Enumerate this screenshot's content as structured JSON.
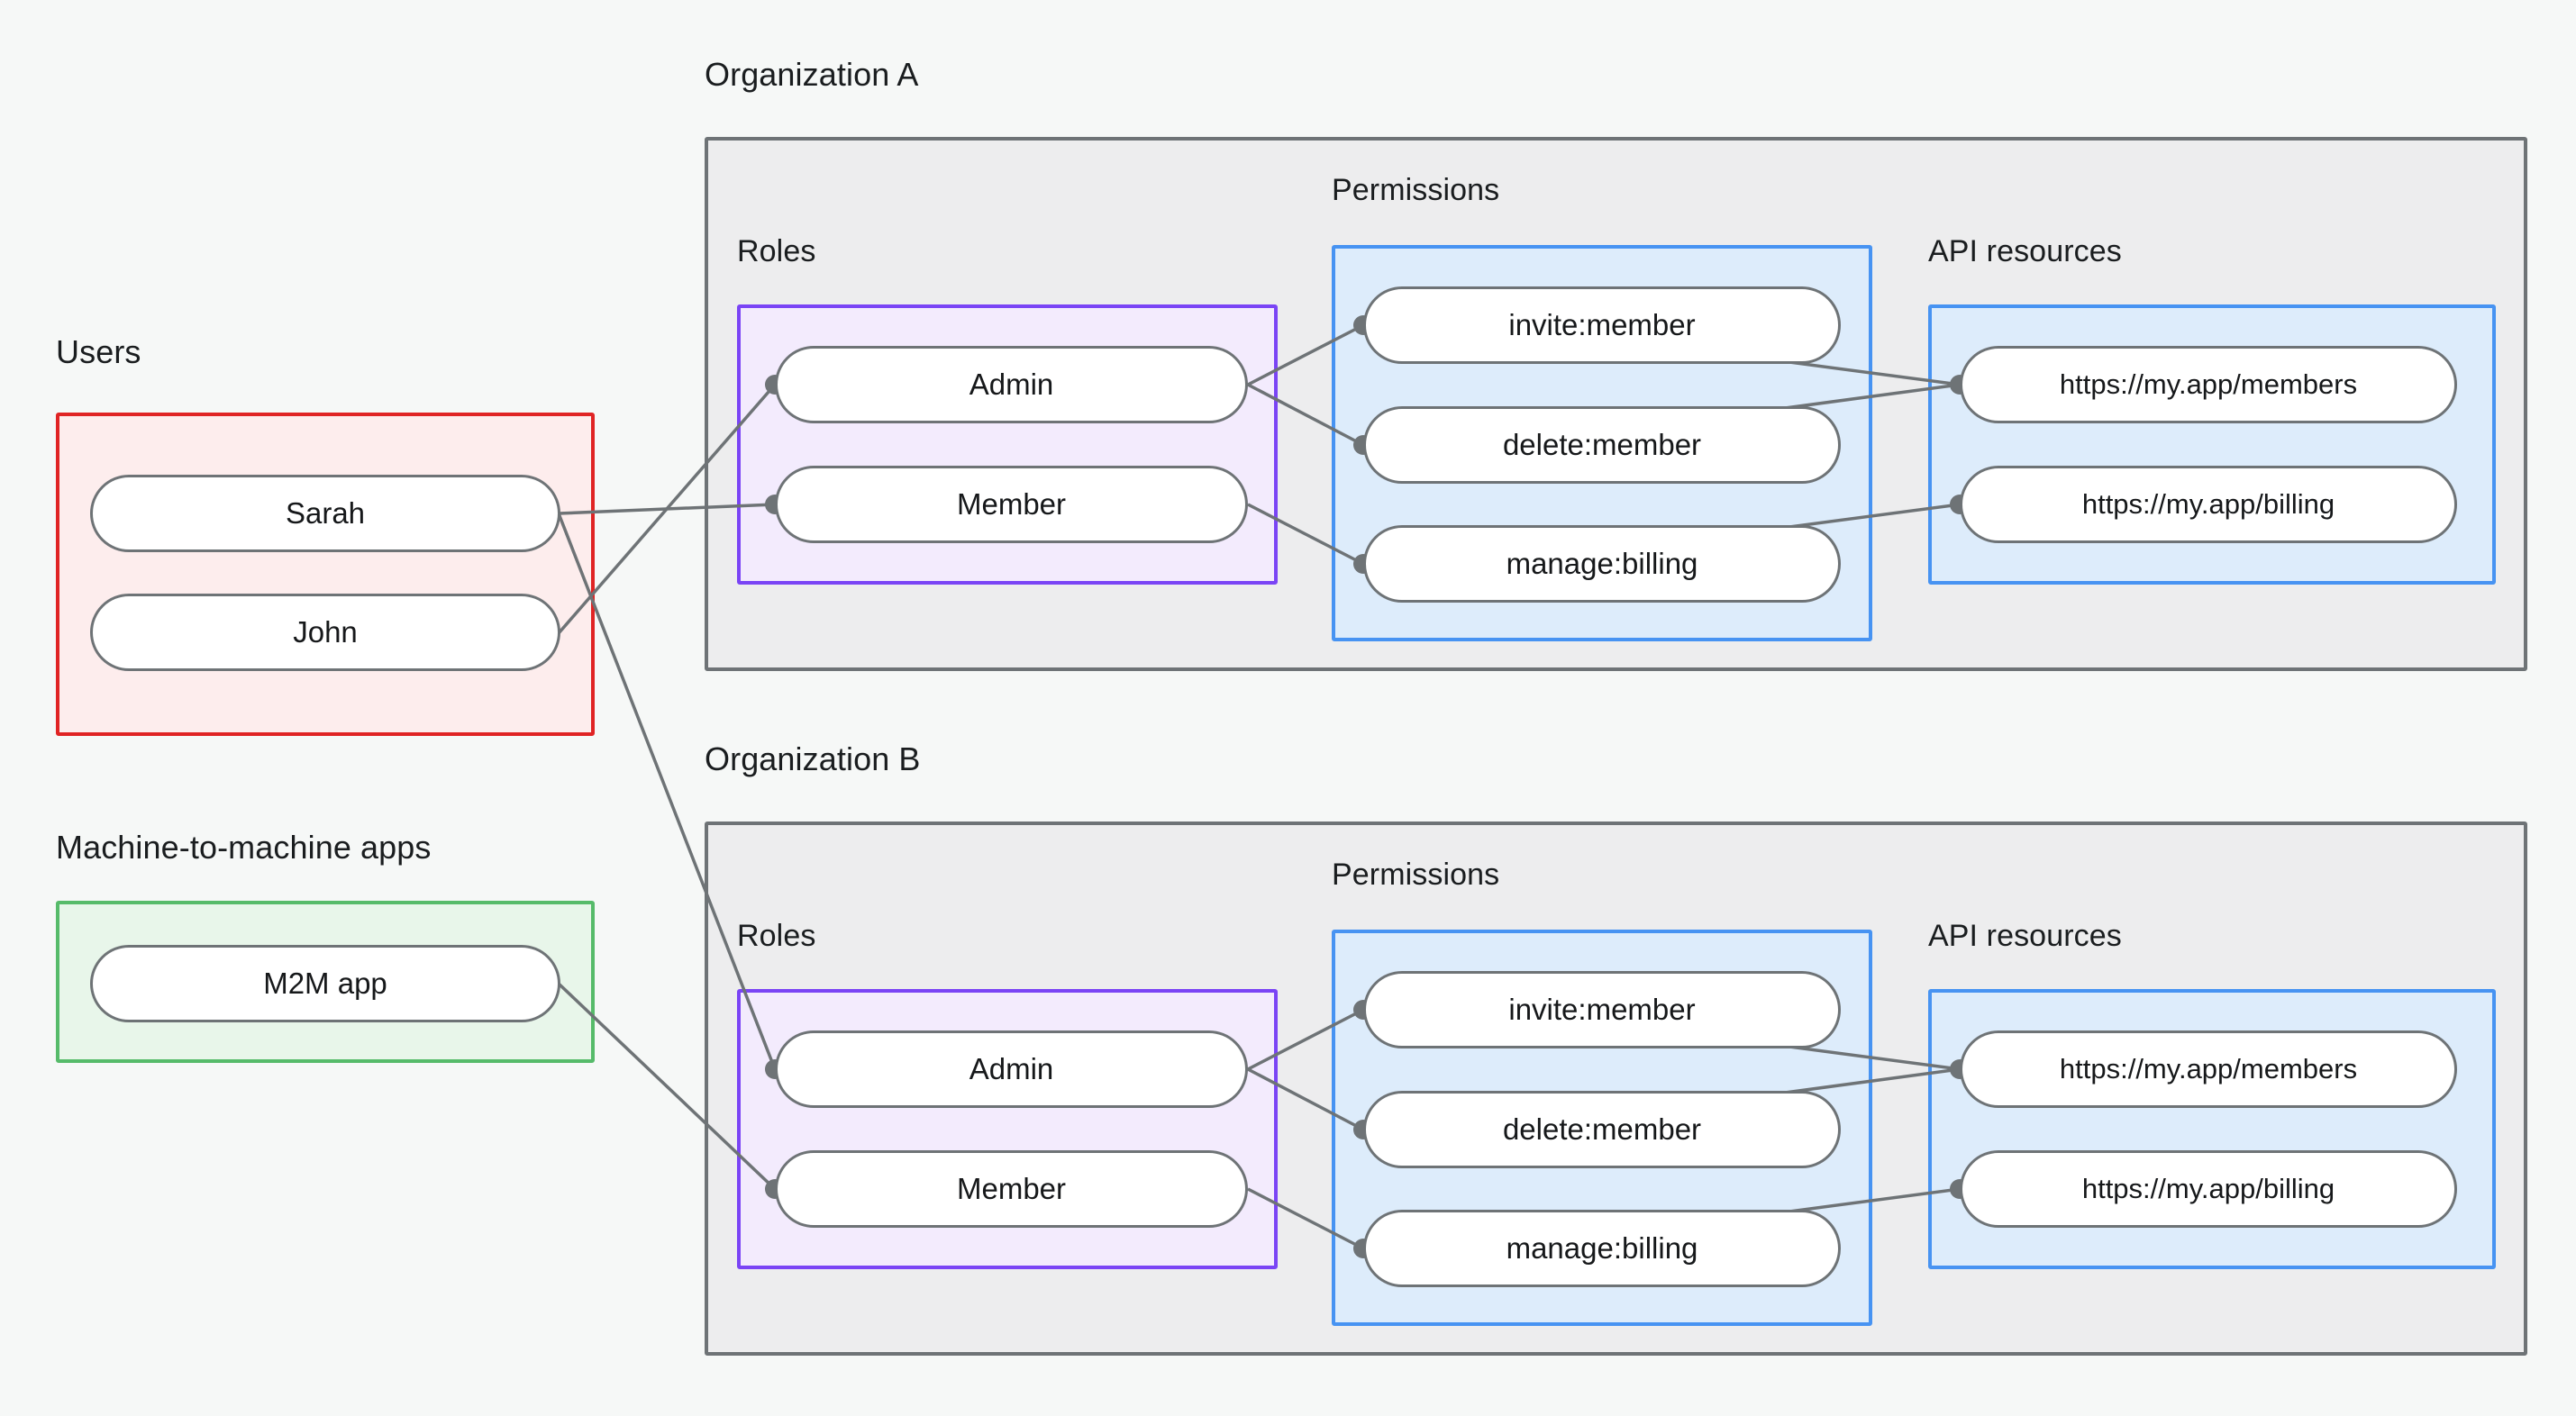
{
  "diagram": {
    "title_users": "Users",
    "title_m2m": "Machine-to-machine apps",
    "title_org_a": "Organization A",
    "title_org_b": "Organization B",
    "label_roles": "Roles",
    "label_permissions": "Permissions",
    "label_api_resources": "API resources"
  },
  "colors": {
    "page_background": "#f6f8f7",
    "org_fill": "#ededee",
    "org_border": "#6e7376",
    "users_fill": "#fdeded",
    "users_border": "#e02424",
    "m2m_fill": "#e8f6ea",
    "m2m_border": "#56bb6a",
    "roles_fill": "#f3ebfd",
    "roles_border": "#7a44f5",
    "blue_fill": "#ddecfb",
    "blue_border": "#4793f2",
    "node_fill": "#ffffff",
    "node_border": "#6e7376",
    "edge_stroke": "#6e7376",
    "text": "#16181a"
  },
  "users": [
    {
      "label": "Sarah"
    },
    {
      "label": "John"
    }
  ],
  "m2m_apps": [
    {
      "label": "M2M app"
    }
  ],
  "org_a": {
    "roles": [
      {
        "label": "Admin"
      },
      {
        "label": "Member"
      }
    ],
    "permissions": [
      {
        "label": "invite:member"
      },
      {
        "label": "delete:member"
      },
      {
        "label": "manage:billing"
      }
    ],
    "api_resources": [
      {
        "label": "https://my.app/members"
      },
      {
        "label": "https://my.app/billing"
      }
    ]
  },
  "org_b": {
    "roles": [
      {
        "label": "Admin"
      },
      {
        "label": "Member"
      }
    ],
    "permissions": [
      {
        "label": "invite:member"
      },
      {
        "label": "delete:member"
      },
      {
        "label": "manage:billing"
      }
    ],
    "api_resources": [
      {
        "label": "https://my.app/members"
      },
      {
        "label": "https://my.app/billing"
      }
    ]
  },
  "connections": [
    {
      "from": "John",
      "to": "Organization A / Admin"
    },
    {
      "from": "Sarah",
      "to": "Organization A / Member"
    },
    {
      "from": "Sarah",
      "to": "Organization B / Admin"
    },
    {
      "from": "M2M app",
      "to": "Organization B / Member"
    },
    {
      "from": "Organization A / Admin",
      "to": "Organization A / invite:member"
    },
    {
      "from": "Organization A / Admin",
      "to": "Organization A / delete:member"
    },
    {
      "from": "Organization A / Member",
      "to": "Organization A / manage:billing"
    },
    {
      "from": "Organization A / invite:member",
      "to": "Organization A / https://my.app/members"
    },
    {
      "from": "Organization A / delete:member",
      "to": "Organization A / https://my.app/members"
    },
    {
      "from": "Organization A / manage:billing",
      "to": "Organization A / https://my.app/billing"
    },
    {
      "from": "Organization B / Admin",
      "to": "Organization B / invite:member"
    },
    {
      "from": "Organization B / Admin",
      "to": "Organization B / delete:member"
    },
    {
      "from": "Organization B / Member",
      "to": "Organization B / manage:billing"
    },
    {
      "from": "Organization B / invite:member",
      "to": "Organization B / https://my.app/members"
    },
    {
      "from": "Organization B / delete:member",
      "to": "Organization B / https://my.app/members"
    },
    {
      "from": "Organization B / manage:billing",
      "to": "Organization B / https://my.app/billing"
    }
  ]
}
